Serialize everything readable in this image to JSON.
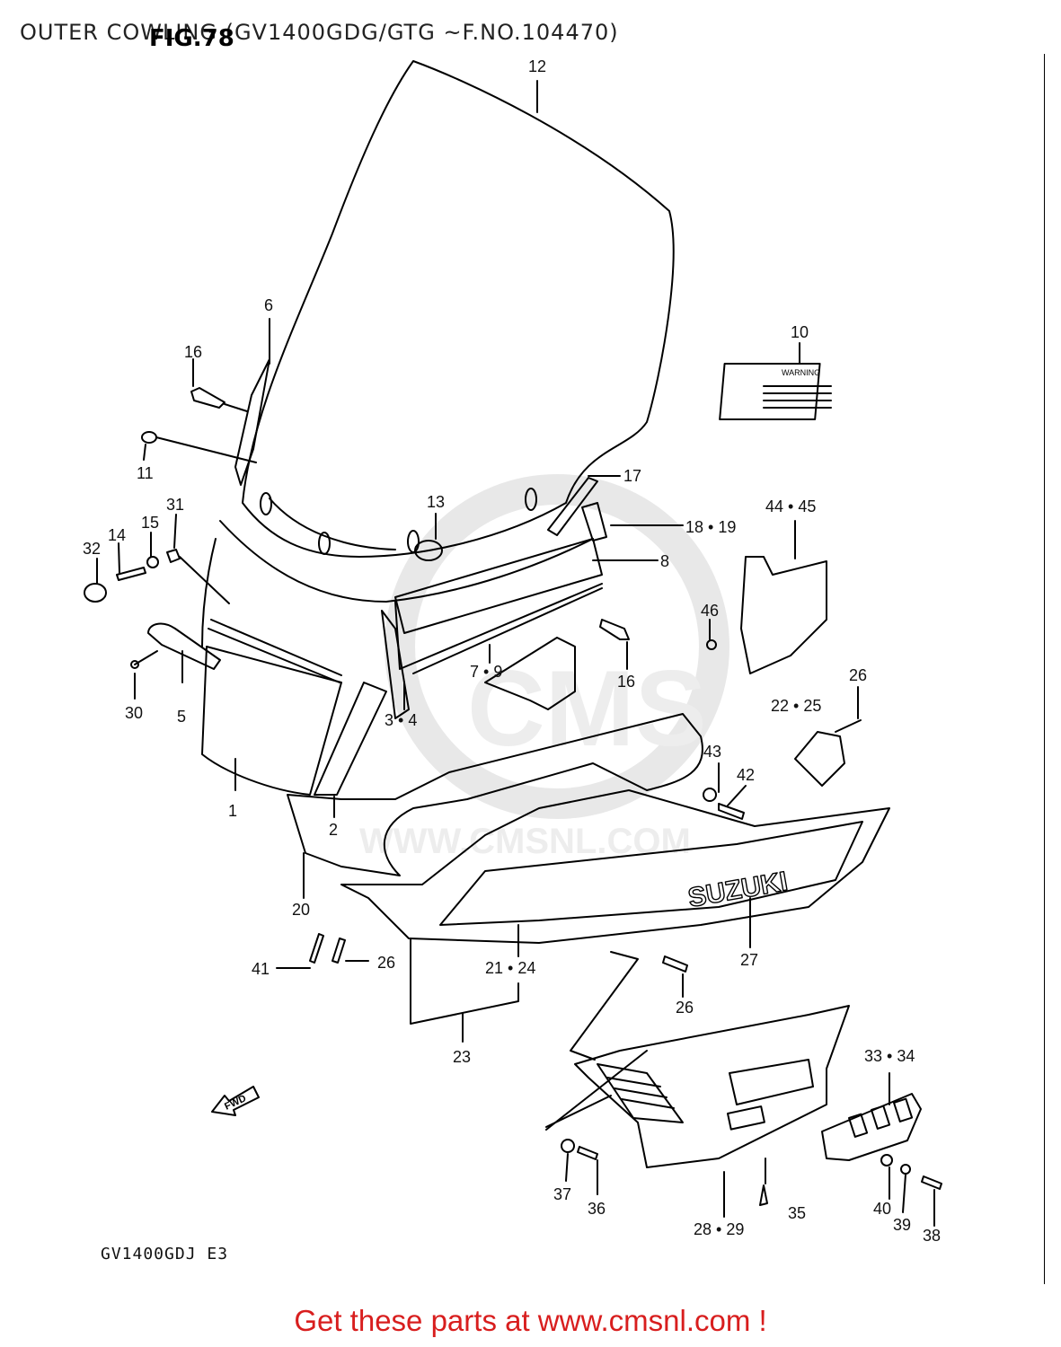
{
  "header": {
    "title": "OUTER COWLING (GV1400GDG/GTG ~F.NO.104470)",
    "fig_label": "FIG.78"
  },
  "diagram": {
    "label_warning": "WARNING",
    "label_suzuki": "SUZUKI",
    "label_fwd": "FWD",
    "watermark_cms": "CMS",
    "watermark_url": "WWW.CMSNL.COM",
    "callouts": [
      "12",
      "6",
      "16",
      "10",
      "11",
      "17",
      "13",
      "18 • 19",
      "31",
      "44 • 45",
      "32",
      "14",
      "15",
      "8",
      "46",
      "16",
      "26",
      "7 • 9",
      "30",
      "5",
      "3 • 4",
      "22 • 25",
      "43",
      "42",
      "1",
      "2",
      "20",
      "41",
      "26",
      "21 • 24",
      "27",
      "26",
      "23",
      "33 • 34",
      "37",
      "36",
      "35",
      "40",
      "39",
      "38",
      "28 • 29"
    ]
  },
  "footer": {
    "model_code": "GV1400GDJ E3",
    "link_text": "Get these parts at www.cmsnl.com !"
  },
  "colors": {
    "line": "#000000",
    "footer_link": "#d81e1e",
    "watermark": "#e6e6e6"
  }
}
